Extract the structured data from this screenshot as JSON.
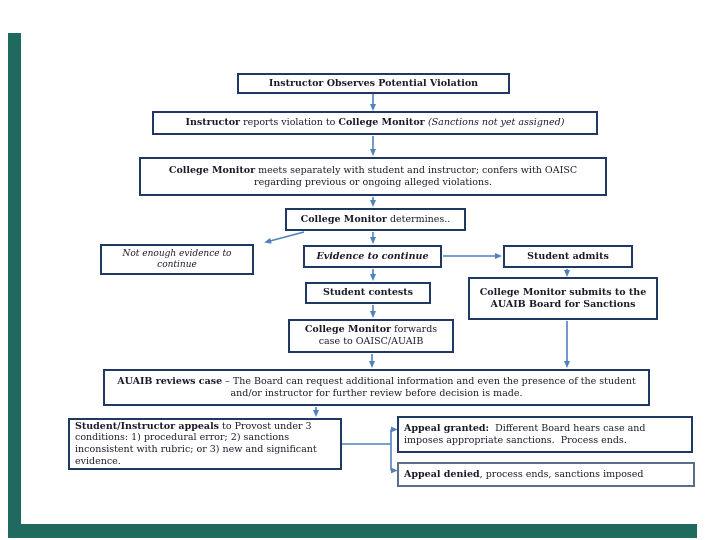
{
  "slide": {
    "background_color": "#ffffff",
    "accent_bar_color": "#1f6a5e",
    "box_border_color": "#1f3864",
    "arrow_color": "#4f81bd",
    "text_color": "#1a1a2a"
  },
  "flowchart": {
    "boxes": {
      "observe": {
        "bold1": "Instructor Observes Potential Violation"
      },
      "report": {
        "bold1": "Instructor",
        "normal1": " reports violation to ",
        "bold2": "College Monitor ",
        "italic1": "(Sanctions not yet assigned)"
      },
      "meets": {
        "bold1": "College Monitor",
        "normal1": " meets separately with student and instructor; confers with OAISC regarding previous or ongoing alleged violations."
      },
      "determines": {
        "bold1": "College Monitor",
        "normal1": " determines.."
      },
      "no_evidence": {
        "italic1": "Not enough evidence to continue"
      },
      "evidence": {
        "bold_italic1": "Evidence to continue"
      },
      "admits": {
        "bold1": "Student admits"
      },
      "contests": {
        "bold1": "Student contests"
      },
      "submits": {
        "bold1": "College Monitor submits to the AUAIB Board for Sanctions"
      },
      "forwards": {
        "bold1": "College Monitor",
        "normal1": " forwards case to OAISC/AUAIB"
      },
      "reviews": {
        "bold1": "AUAIB reviews case",
        "normal1": " – The Board can request additional information and even the presence of the student and/or instructor for further review before decision is made."
      },
      "appeals": {
        "bold1": "Student/Instructor appeals",
        "normal1": " to Provost under 3 conditions: 1) procedural error; 2) sanctions inconsistent with rubric; or 3) new and significant evidence."
      },
      "granted": {
        "bold1": "Appeal granted:",
        "normal1": "  Different Board hears case and imposes appropriate sanctions.  Process ends."
      },
      "denied": {
        "bold1": "Appeal denied",
        "normal1": ", process ends, sanctions imposed"
      }
    }
  }
}
